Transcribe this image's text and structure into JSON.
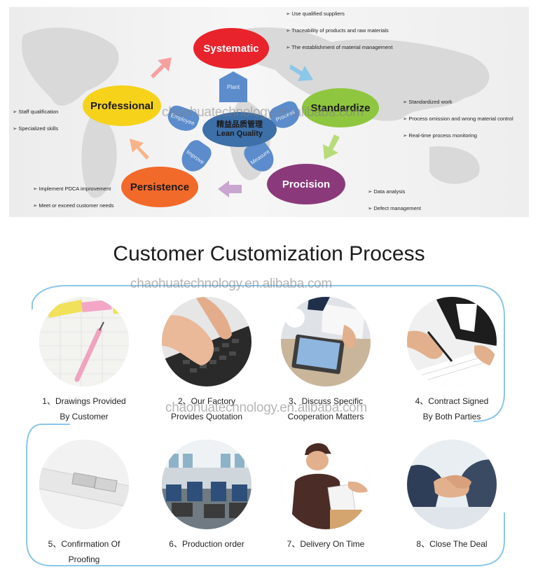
{
  "diagram": {
    "center_cn": "精益品质管理",
    "center_en": "Lean Quality",
    "nodes": {
      "systematic": "Systematic",
      "standardize": "Standardize",
      "professional": "Professional",
      "persistence": "Persistence",
      "procision": "Procision"
    },
    "petals": {
      "plant": "Plant",
      "process": "Process",
      "measure": "Measure",
      "improve": "Improve",
      "employee": "Employee"
    },
    "bullets": {
      "systematic": [
        "Use qualified suppliers",
        "Traceability of products and raw materials",
        "The establishment of material management"
      ],
      "standardize": [
        "Standardized work",
        "Process omission and wrong material control",
        "Real-time process monitoring"
      ],
      "professional": [
        "Staff qualification",
        "Specialized skills"
      ],
      "persistence": [
        "Implement PDCA improvement",
        "Meet or exceed customer needs"
      ],
      "procision": [
        "Data analysis",
        "Defect management"
      ]
    },
    "colors": {
      "systematic": "#e8232b",
      "standardize": "#8fc63f",
      "professional": "#f6d21b",
      "persistence": "#f26a2a",
      "procision": "#8a3a7b",
      "center": "#3d6fa8",
      "petal": "#5c8ccc",
      "frame": "#8cc6e8"
    },
    "watermark": "chaohuatechnology.en.alibaba.com"
  },
  "process": {
    "title": "Customer Customization Process",
    "watermark": "chaohuatechnology.en.alibaba.com",
    "row_watermark": "chaohuatechnology.en.alibaba.com",
    "steps": [
      {
        "line1": "1、Drawings Provided",
        "line2": "By Customer"
      },
      {
        "line1": "2、Our Factory",
        "line2": "Provides Quotation"
      },
      {
        "line1": "3、Discuss Specific",
        "line2": "Cooperation Matters"
      },
      {
        "line1": "4、Contract Signed",
        "line2": "By Both Parties"
      },
      {
        "line1": "5、Confirmation Of",
        "line2": "Proofing"
      },
      {
        "line1": "6、Production order",
        "line2": ""
      },
      {
        "line1": "7、Delivery On Time",
        "line2": ""
      },
      {
        "line1": "8、Close The Deal",
        "line2": ""
      }
    ]
  }
}
